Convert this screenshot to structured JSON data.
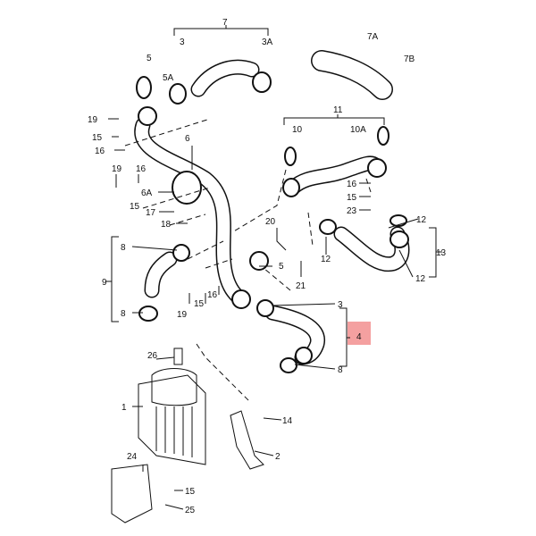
{
  "diagram": {
    "title": "Charge air intercooler hose parts diagram",
    "labels": [
      "7",
      "3",
      "3A",
      "7A",
      "7B",
      "5",
      "5A",
      "19",
      "15",
      "16",
      "6",
      "11",
      "10",
      "10A",
      "19",
      "16",
      "15",
      "6A",
      "17",
      "18",
      "16",
      "15",
      "23",
      "12",
      "20",
      "5",
      "13",
      "12",
      "12",
      "8",
      "9",
      "8",
      "19",
      "15",
      "16",
      "21",
      "3",
      "4",
      "8",
      "26",
      "1",
      "14",
      "2",
      "24",
      "15",
      "25"
    ],
    "highlight_color": "#f4a0a0"
  }
}
